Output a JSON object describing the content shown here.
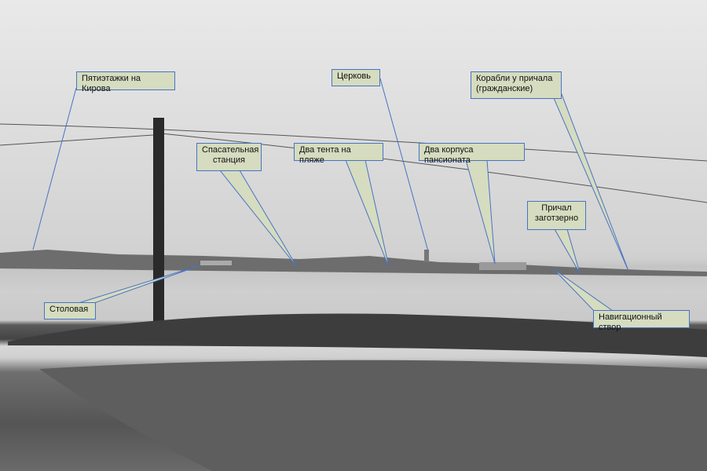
{
  "labels": {
    "pyatietazhki": "Пятиэтажки на Кирова",
    "tserkov": "Церковь",
    "korabli_1": "Корабли у причала",
    "korabli_2": "(гражданские)",
    "spasatelnaya_1": "Спасательная",
    "spasatelnaya_2": "станция",
    "tenty": "Два тента на пляже",
    "pansionat": "Два корпуса пансионата",
    "prichal_1": "Причал",
    "prichal_2": "заготзерно",
    "stolovaya": "Столовая",
    "stvor": "Навигационный створ"
  },
  "colors": {
    "callout_fill": "#d5dcbf",
    "callout_border": "#4a72c4"
  }
}
